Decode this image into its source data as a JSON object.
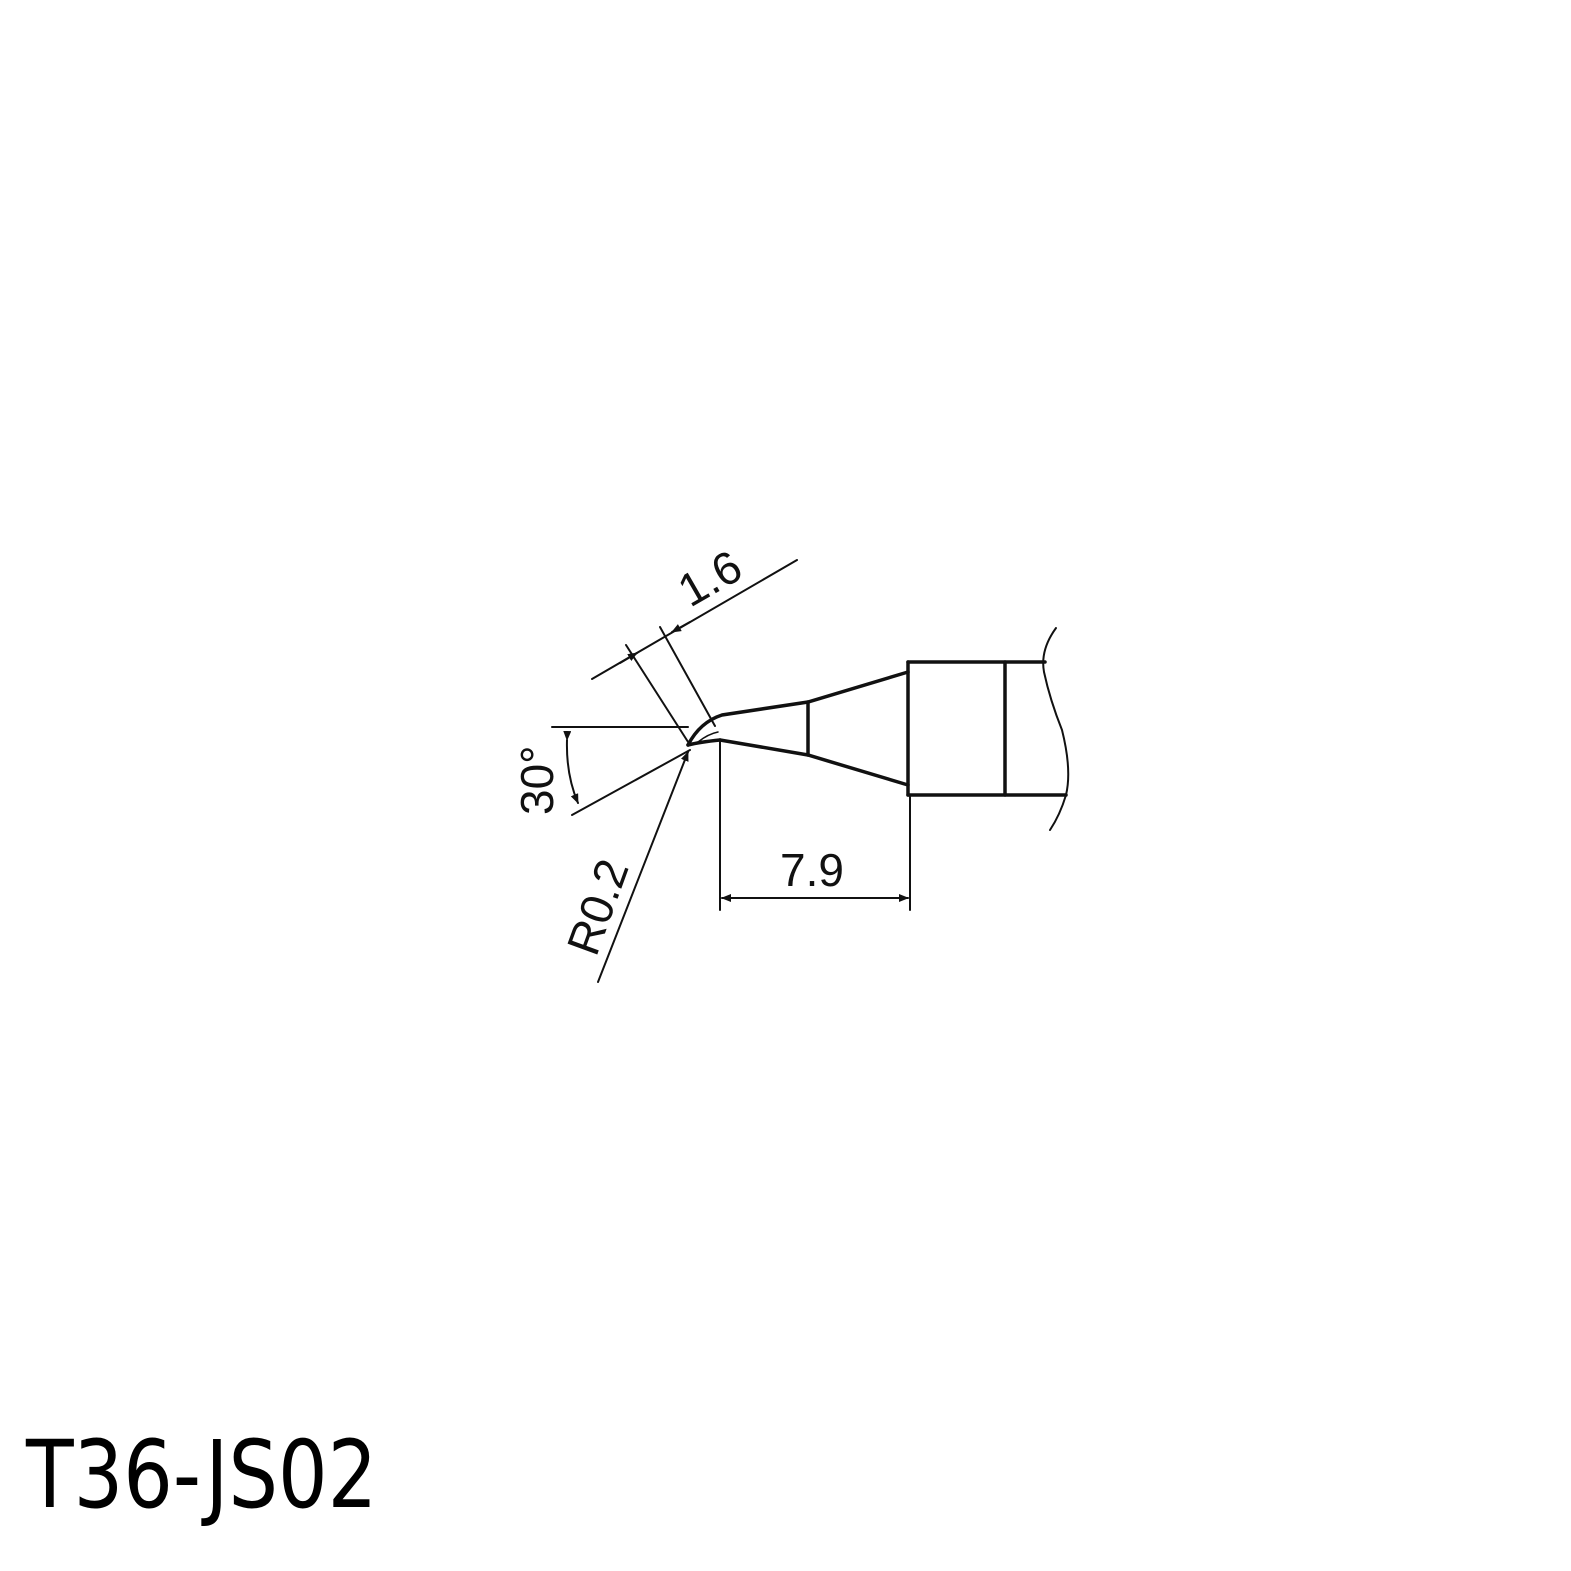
{
  "model": "T36-JS02",
  "dimensions": {
    "face_width": "1.6",
    "angle": "30°",
    "radius": "R0.2",
    "taper_length": "7.9"
  },
  "colors": {
    "line": "#111111",
    "background": "#ffffff"
  }
}
